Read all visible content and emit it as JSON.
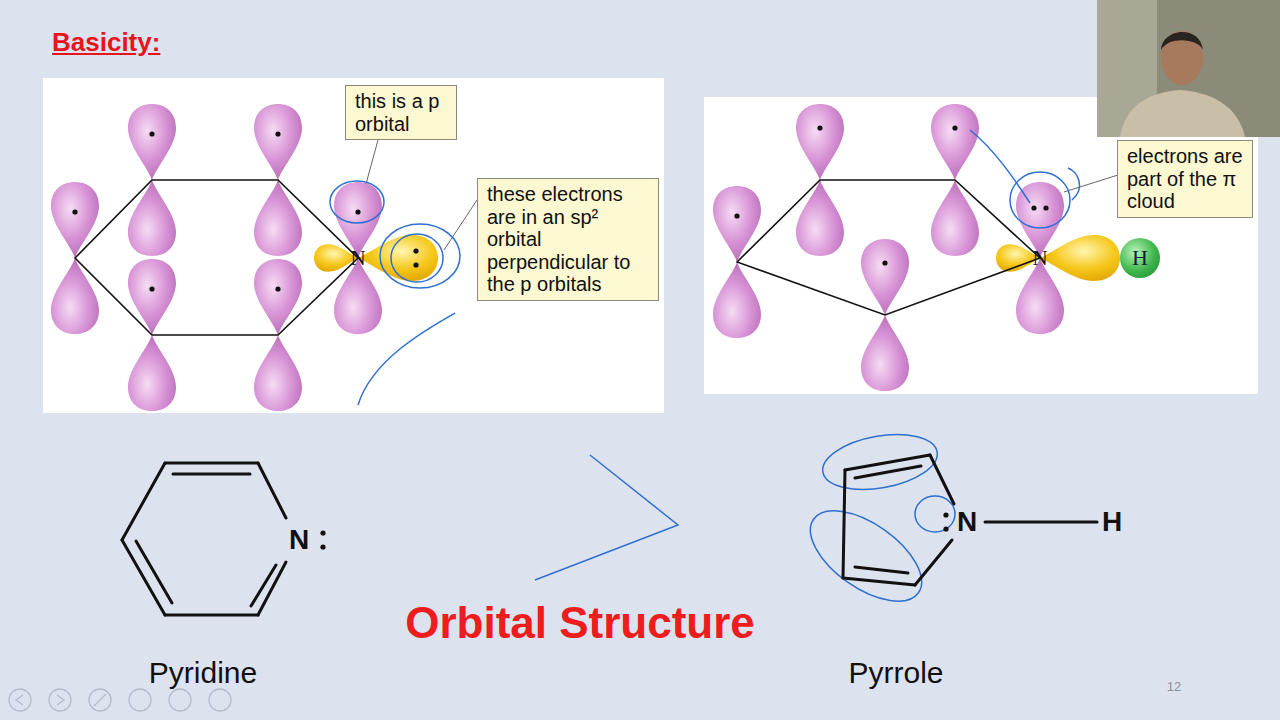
{
  "diagram": {
    "title": "Basicity:",
    "nodes": [
      {
        "text": [
          "this is a p orbital"
        ]
      },
      {
        "text": [
          "these electrons are in an sp² orbital perpendicular to the p orbitals"
        ]
      },
      {
        "text": [
          "electrons are part of the π cloud"
        ]
      },
      {
        "text": [
          "H"
        ]
      }
    ],
    "labels": [
      "N",
      "N",
      "N",
      "N",
      "H",
      "Pyridine",
      "Pyrrole",
      "Orbital Structure",
      "12"
    ]
  }
}
